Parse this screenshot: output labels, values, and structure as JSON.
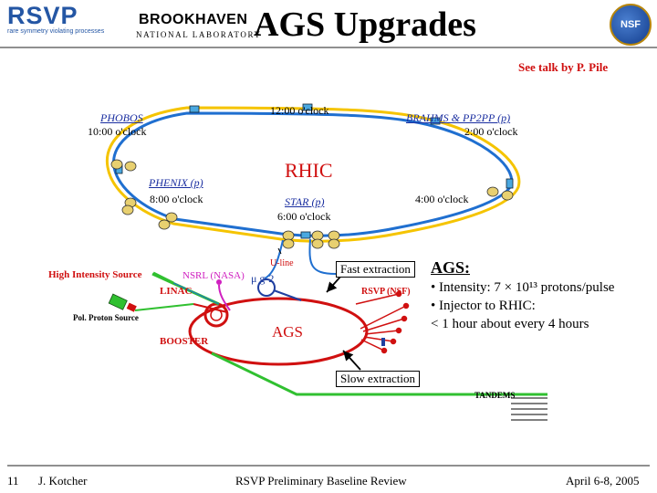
{
  "header": {
    "logo_left": "RSVP",
    "logo_left_tagline": "rare symmetry violating processes",
    "lab_name": "BROOKHAVEN",
    "lab_subtitle": "NATIONAL LABORATORY",
    "title": "AGS Upgrades",
    "logo_right": "NSF"
  },
  "see_talk": "See talk by P. Pile",
  "ring": {
    "name": "RHIC",
    "positions": {
      "twelve": "12:00 o'clock",
      "two": "2:00 o'clock",
      "four": "4:00 o'clock",
      "six": "6:00 o'clock",
      "eight": "8:00 o'clock",
      "ten": "10:00 o'clock"
    },
    "experiments": {
      "phobos": "PHOBOS",
      "brahms": "BRAHMS & PP2PP (p)",
      "phenix": "PHENIX (p)",
      "star": "STAR (p)"
    }
  },
  "complex": {
    "u_line": "U-line",
    "fast_extraction": "Fast extraction",
    "high_intensity_source": "High Intensity Source",
    "nsrl": "NSRL (NASA)",
    "g2": "μ g-2",
    "rsvp_nsf": "RSVP (NSF)",
    "linac": "LINAC",
    "pol_source": "Pol. Proton Source",
    "ags": "AGS",
    "booster": "BOOSTER",
    "slow_extraction": "Slow extraction",
    "tandems": "TANDEMS"
  },
  "ags_info": {
    "heading": "AGS:",
    "bullet1": "• Intensity: 7 × 10¹³ protons/pulse",
    "bullet2": "• Injector to RHIC:",
    "bullet3": "< 1 hour about every 4 hours"
  },
  "footer": {
    "page": "11",
    "author": "J. Kotcher",
    "center": "RSVP Preliminary Baseline Review",
    "date": "April 6-8, 2005"
  },
  "colors": {
    "ring_yellow": "#f5c400",
    "ring_blue": "#1f6fd0",
    "beamline_green": "#30c030",
    "ags_red": "#d01010",
    "nsrl_magenta": "#d020c0",
    "title_blue": "#1a2ea0"
  }
}
